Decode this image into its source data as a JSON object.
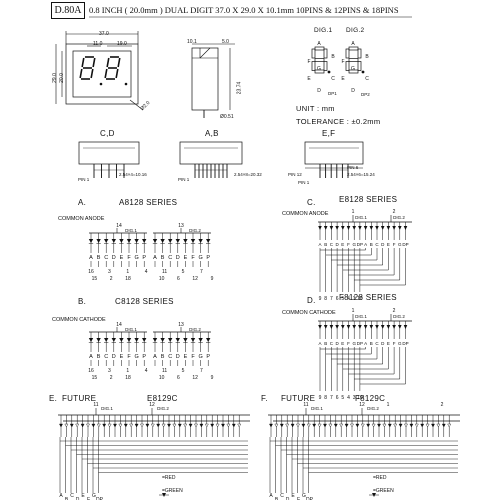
{
  "header": {
    "part_no": "D.80A",
    "description": "0.8 INCH ( 20.0mm ) DUAL DIGIT 37.0 X 29.0 X 10.1mm 10PINS & 12PINS & 18PINS"
  },
  "dimensions": {
    "width": "37.0",
    "inner": "11.0",
    "pitch": "19.0",
    "height": "29.0",
    "digit_h": "20.0",
    "depth": "10.1",
    "gap": "5.0",
    "side_h": "23.74",
    "pin_d": "Ø0.51",
    "dot_d": "Ø2.0"
  },
  "digits": {
    "dig1": "DIG.1",
    "dig2": "DIG.2",
    "dp1": "DP1",
    "dp2": "DP2",
    "seg_letters": [
      "A",
      "F",
      "B",
      "G",
      "E",
      "C",
      "D"
    ]
  },
  "unit": "UNIT : mm",
  "tolerance": "TOLERANCE : ±0.2mm",
  "packages": [
    {
      "label": "C,D",
      "pin": "PIN 1",
      "dim": "2.54×4=10.16"
    },
    {
      "label": "A,B",
      "pin": "PIN 1",
      "dim": "2.54×8=20.32"
    },
    {
      "label": "E,F",
      "pin12": "PIN 12",
      "pin": "PIN 1",
      "pin6": "PIN 6",
      "dim": "2.54×6=15.24"
    }
  ],
  "circuits": {
    "A": {
      "letter": "A.",
      "series": "A8128  SERIES",
      "type": "COMMON  ANODE",
      "top_pins": [
        "14",
        "13"
      ],
      "dig": [
        "DIG.1",
        "DIG.2"
      ],
      "seg_left": [
        "A",
        "B",
        "C",
        "D",
        "E",
        "F",
        "G",
        "P"
      ],
      "seg_right": [
        "A",
        "B",
        "C",
        "D",
        "E",
        "F",
        "G",
        "P"
      ],
      "row1": [
        "16",
        "",
        "3",
        "",
        "1",
        "",
        "4",
        "",
        "11",
        "",
        "5",
        "",
        "7",
        ""
      ],
      "row2": [
        "",
        "15",
        "",
        "2",
        "",
        "18",
        "",
        "",
        "",
        "10",
        "",
        "6",
        "",
        "12",
        "",
        "9"
      ]
    },
    "B": {
      "letter": "B.",
      "series": "C8128  SERIES",
      "type": "COMMON  CATHODE",
      "top_pins": [
        "14",
        "13"
      ],
      "dig": [
        "DIG.1",
        "DIG.2"
      ],
      "seg_left": [
        "A",
        "B",
        "C",
        "D",
        "E",
        "F",
        "G",
        "P"
      ],
      "seg_right": [
        "A",
        "B",
        "C",
        "D",
        "E",
        "F",
        "G",
        "P"
      ],
      "row1": [
        "16",
        "",
        "3",
        "",
        "1",
        "",
        "4",
        "",
        "11",
        "",
        "5",
        "",
        "7",
        ""
      ],
      "row2": [
        "",
        "15",
        "",
        "2",
        "",
        "18",
        "",
        "",
        "",
        "10",
        "",
        "6",
        "",
        "12",
        "",
        "9"
      ]
    },
    "C": {
      "letter": "C.",
      "series": "E8128  SERIES",
      "type": "COMMON  ANODE",
      "top_pins": [
        "1",
        "2"
      ],
      "dig": [
        "DIG.1",
        "DIG.2"
      ],
      "segs": [
        "A",
        "B",
        "C",
        "D",
        "E",
        "F",
        "G",
        "DP",
        "A",
        "B",
        "C",
        "D",
        "E",
        "F",
        "G",
        "DP"
      ],
      "bottom": [
        "9",
        "8",
        "7",
        "6",
        "5",
        "4",
        "3",
        "10"
      ]
    },
    "D": {
      "letter": "D.",
      "series": "F8128  SERIES",
      "type": "COMMON  CATHODE",
      "top_pins": [
        "1",
        "2"
      ],
      "dig": [
        "DIG.1",
        "DIG.2"
      ],
      "segs": [
        "A",
        "B",
        "C",
        "D",
        "E",
        "F",
        "G",
        "DP",
        "A",
        "B",
        "C",
        "D",
        "E",
        "F",
        "G",
        "DP"
      ],
      "bottom": [
        "9",
        "8",
        "7",
        "6",
        "5",
        "4",
        "3",
        "10"
      ]
    },
    "E": {
      "letter": "E.",
      "word": "FUTURE",
      "series": "E8129C",
      "top_pins": [
        "11",
        "12"
      ],
      "dig": [
        "DIG.1",
        "DIG.2"
      ],
      "bottom": [
        "A",
        "B",
        "C",
        "D",
        "E",
        "F",
        "G",
        "DP"
      ],
      "bottom_nums": [
        "9",
        "8",
        "7",
        "6",
        "5",
        "4",
        "3",
        "10"
      ],
      "legend": [
        "=RED",
        "=GREEN"
      ]
    },
    "F": {
      "letter": "F.",
      "word": "FUTURE",
      "series": "F8129C",
      "top_pins": [
        "11",
        "12",
        "1",
        "2"
      ],
      "dig": [
        "DIG.1",
        "DIG.2"
      ],
      "bottom": [
        "A",
        "B",
        "C",
        "D",
        "E",
        "F",
        "G",
        "DP"
      ],
      "bottom_nums": [
        "9",
        "8",
        "7",
        "6",
        "5",
        "4",
        "3",
        "10"
      ],
      "legend": [
        "=RED",
        "=GREEN"
      ]
    }
  }
}
